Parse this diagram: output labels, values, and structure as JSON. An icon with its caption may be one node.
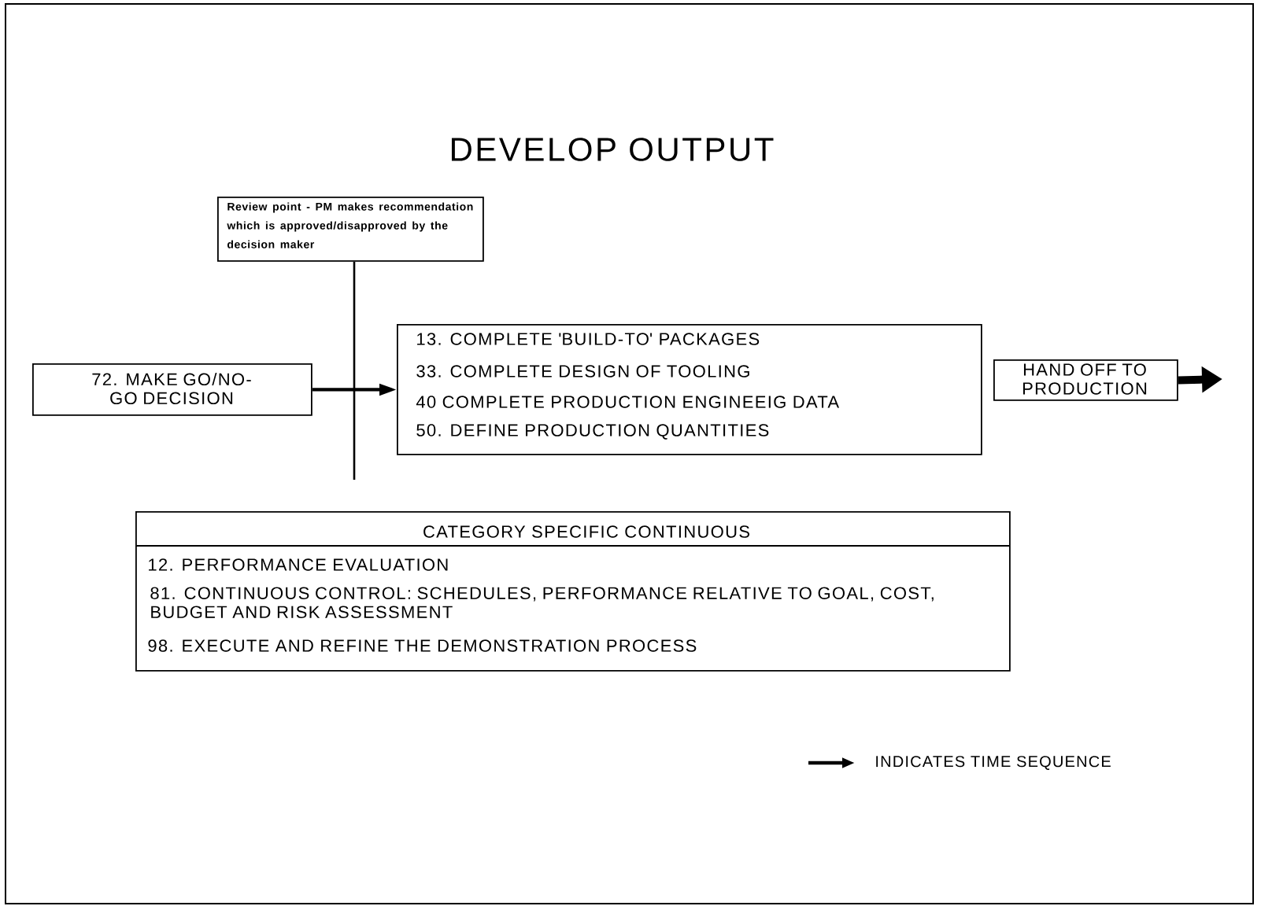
{
  "diagram": {
    "title": "DEVELOP OUTPUT",
    "nodes": [
      {
        "text": [
          "Review point - PM makes recommendation which is approved/disapproved by the decision maker"
        ]
      },
      {
        "text": [
          "72. MAKE GO/NO-GO DECISION"
        ]
      },
      {
        "text": [
          "13. COMPLETE 'BUILD-TO' PACKAGES",
          "33. COMPLETE DESIGN OF TOOLING",
          "40 COMPLETE PRODUCTION ENGINEEIG DATA",
          "50. DEFINE PRODUCTION QUANTITIES"
        ]
      },
      {
        "text": [
          "HAND OFF TO PRODUCTION"
        ]
      },
      {
        "text": [
          "CATEGORY SPECIFIC CONTINUOUS",
          "12. PERFORMANCE EVALUATION",
          "81. CONTINUOUS CONTROL: SCHEDULES, PERFORMANCE RELATIVE TO GOAL, COST, BUDGET AND RISK ASSESSMENT",
          "98. EXECUTE AND REFINE THE DEMONSTRATION PROCESS"
        ]
      }
    ],
    "edges": [
      {
        "from": 1,
        "to": 2,
        "arrow": "to"
      },
      {
        "from": 0,
        "to": null,
        "arrow": "none"
      },
      {
        "from": 3,
        "to": null,
        "arrow": "to",
        "style": "thick"
      }
    ],
    "legend": [
      {
        "text": "INDICATES TIME SEQUENCE"
      }
    ]
  }
}
